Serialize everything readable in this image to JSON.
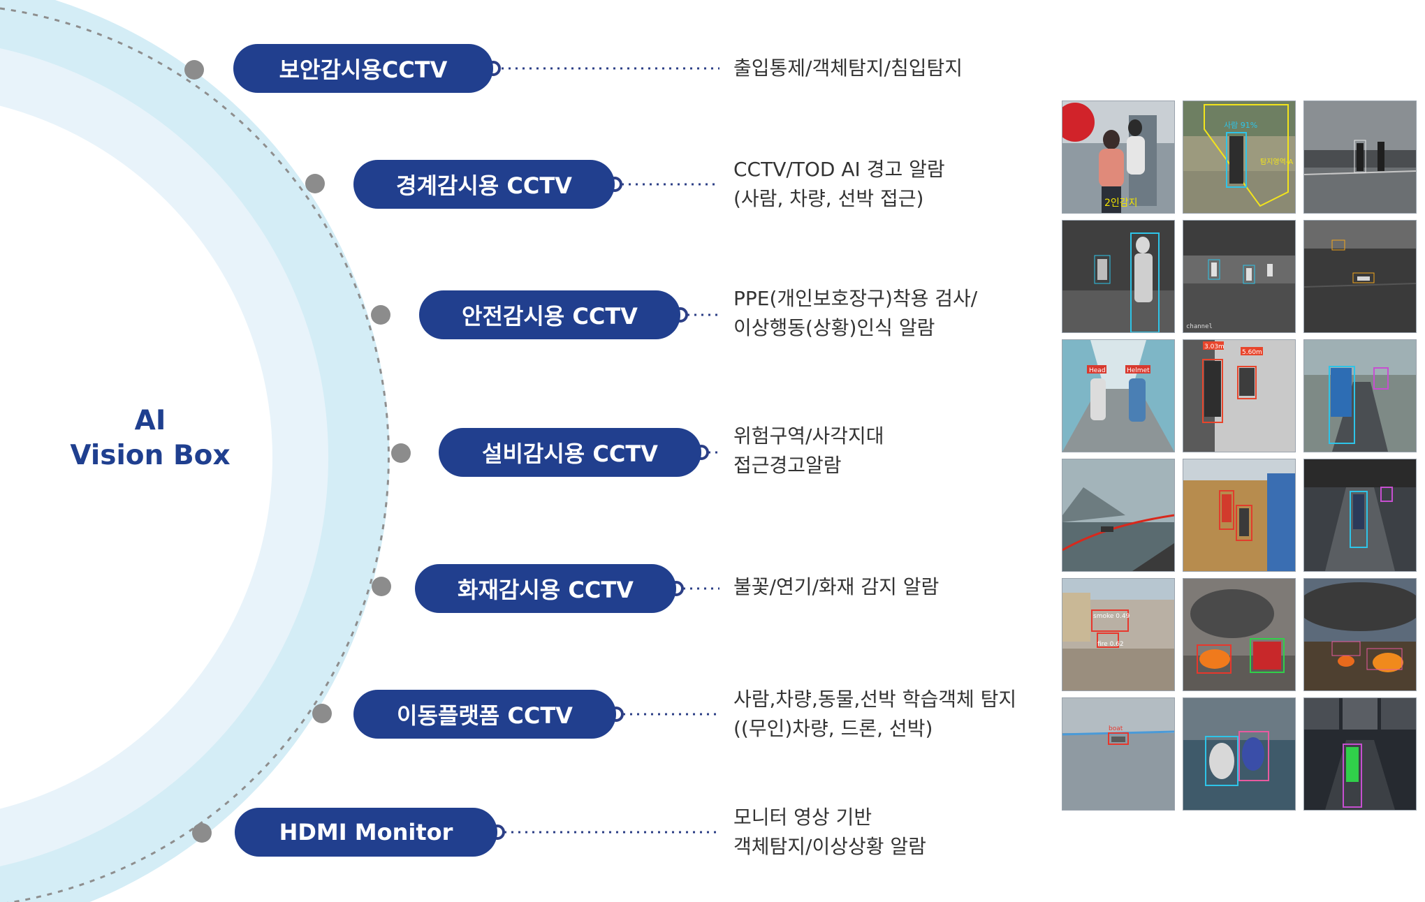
{
  "hub": {
    "line1": "AI",
    "line2": "Vision Box"
  },
  "applications": [
    {
      "label": "보안감시용CCTV",
      "desc": [
        "출입통제/객체탐지/침입탐지"
      ]
    },
    {
      "label": "경계감시용 CCTV",
      "desc": [
        "CCTV/TOD AI 경고 알람",
        "(사람, 차량, 선박 접근)"
      ]
    },
    {
      "label": "안전감시용 CCTV",
      "desc": [
        "PPE(개인보호장구)착용 검사/",
        "이상행동(상황)인식 알람"
      ]
    },
    {
      "label": "설비감시용 CCTV",
      "desc": [
        "위험구역/사각지대",
        "접근경고알람"
      ]
    },
    {
      "label": "화재감시용 CCTV",
      "desc": [
        "불꽃/연기/화재 감지 알람"
      ]
    },
    {
      "label": "이동플랫폼 CCTV",
      "desc": [
        "사람,차량,동물,선박 학습객체 탐지",
        "((무인)차량, 드론, 선박)"
      ]
    },
    {
      "label": "HDMI Monitor",
      "desc": [
        "모니터 영상 기반",
        "객체탐지/이상상황 알람"
      ]
    }
  ],
  "colors": {
    "pill": "#213f8e",
    "hub_text": "#1f3f8f",
    "ring_outer": "#d4edf6",
    "ring_inner": "#e8f3fa",
    "connector": "#2c3f86",
    "node": "#8c8c8c",
    "desc_text": "#333333"
  },
  "thumbnails": [
    {
      "scene": "corridor-person",
      "labels": [
        "2인감지"
      ]
    },
    {
      "scene": "field-zone",
      "labels": [
        "사람 91%",
        "탐지영역-A"
      ]
    },
    {
      "scene": "night-yard",
      "labels": []
    },
    {
      "scene": "thermal-person",
      "labels": []
    },
    {
      "scene": "thermal-field",
      "labels": [
        "channel"
      ]
    },
    {
      "scene": "thermal-sea",
      "labels": []
    },
    {
      "scene": "hospital-hall",
      "labels": [
        "Head",
        "Helmet"
      ]
    },
    {
      "scene": "distance-check",
      "labels": [
        "3.03m",
        "5.60m"
      ]
    },
    {
      "scene": "road-cyclist",
      "labels": []
    },
    {
      "scene": "harbor-boat",
      "labels": []
    },
    {
      "scene": "construction-site",
      "labels": []
    },
    {
      "scene": "bike-lane",
      "labels": []
    },
    {
      "scene": "smoke-yard",
      "labels": [
        "smoke 0.49",
        "fire 0.62"
      ]
    },
    {
      "scene": "car-fire",
      "labels": []
    },
    {
      "scene": "wildfire",
      "labels": []
    },
    {
      "scene": "sea-boat",
      "labels": [
        "boat"
      ]
    },
    {
      "scene": "overhead-people",
      "labels": []
    },
    {
      "scene": "street-night",
      "labels": []
    }
  ]
}
